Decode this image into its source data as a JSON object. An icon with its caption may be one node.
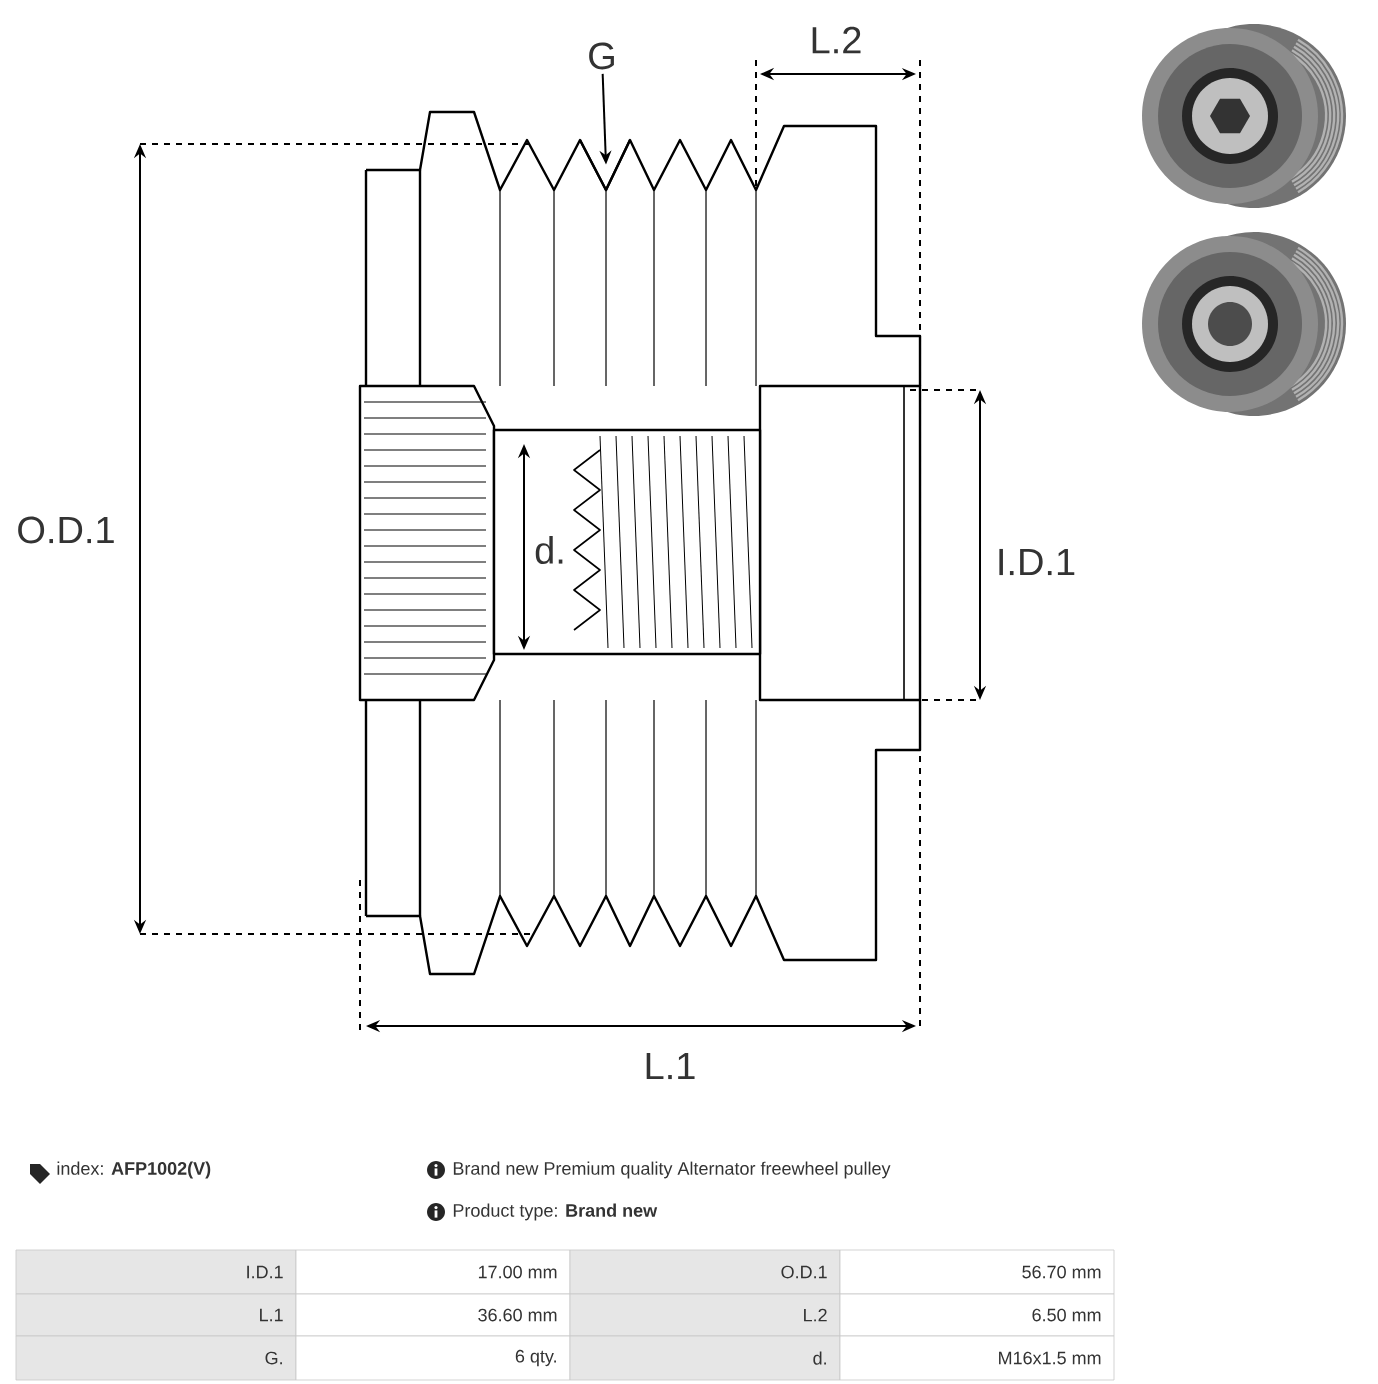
{
  "diagram": {
    "nodes": [
      {
        "text": [
          "G"
        ]
      },
      {
        "text": [],
        "shape": "groove"
      }
    ],
    "edges": [
      {
        "from": 0,
        "to": 1,
        "arrow": "to"
      }
    ],
    "labels": [
      "L.2",
      "O.D.1",
      "d.",
      "I.D.1",
      "L.1",
      "index: **AFP1002(V)**",
      "Brand new Premium quality Alternator freewheel pulley",
      "Product type: **Brand new**",
      "I.D.1",
      "17.00 mm",
      "O.D.1",
      "56.70 mm",
      "L.1",
      "36.60 mm",
      "L.2",
      "6.50 mm",
      "G.",
      "6 qty.",
      "d.",
      "M16x1.5 mm"
    ]
  }
}
